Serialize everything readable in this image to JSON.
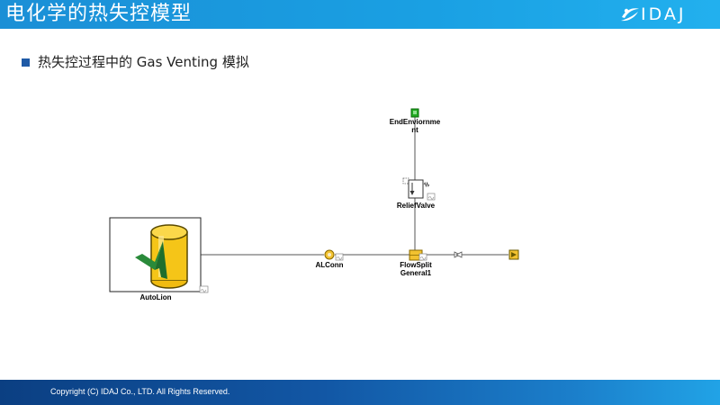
{
  "header": {
    "title": "电化学的热失控模型",
    "logo_text": "IDAJ"
  },
  "content": {
    "bullet_text": "热失控过程中的 Gas Venting 模拟"
  },
  "diagram": {
    "nodes": {
      "end_environment": {
        "label_line1": "EndEnviornme",
        "label_line2": "nt"
      },
      "relief_valve": {
        "label": "ReliefValve"
      },
      "auto_lion": {
        "label": "AutoLion"
      },
      "al_conn": {
        "label": "ALConn"
      },
      "flow_split": {
        "label_line1": "FlowSplit",
        "label_line2": "General1"
      }
    }
  },
  "footer": {
    "copyright": "Copyright (C)  IDAJ Co., LTD. All Rights Reserved."
  },
  "colors": {
    "header_blue": "#1b8fd6",
    "footer_navy": "#0b3f82",
    "bullet_blue": "#1f5aa6",
    "env_green": "#22aa22",
    "cell_yellow": "#f5c518",
    "cell_green": "#2a8a3a"
  }
}
